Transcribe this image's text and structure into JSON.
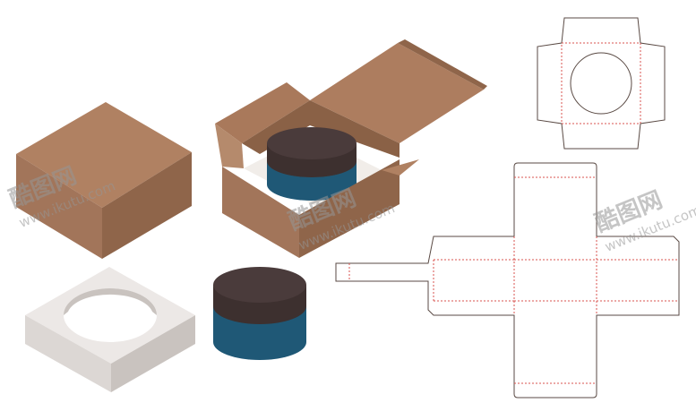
{
  "image": {
    "palette": {
      "kraft_top": "#b08162",
      "kraft_side": "#9c7052",
      "kraft_dark": "#8a6146",
      "kraft_inner": "#a9795b",
      "insert_top": "#ece8e6",
      "insert_side": "#d4cfcc",
      "jar_lid": "#4a3b3b",
      "jar_body": "#1f5876",
      "dieline_cut": "#5a4a44",
      "dieline_fold": "#d9534f"
    },
    "objects": [
      {
        "name": "closed-kraft-box"
      },
      {
        "name": "open-kraft-box-with-jar"
      },
      {
        "name": "white-insert-tray"
      },
      {
        "name": "cosmetic-jar"
      },
      {
        "name": "lid-dieline"
      },
      {
        "name": "box-dieline"
      }
    ]
  },
  "watermark": {
    "brand": "酷图网",
    "url": "www.ikutu.com"
  }
}
